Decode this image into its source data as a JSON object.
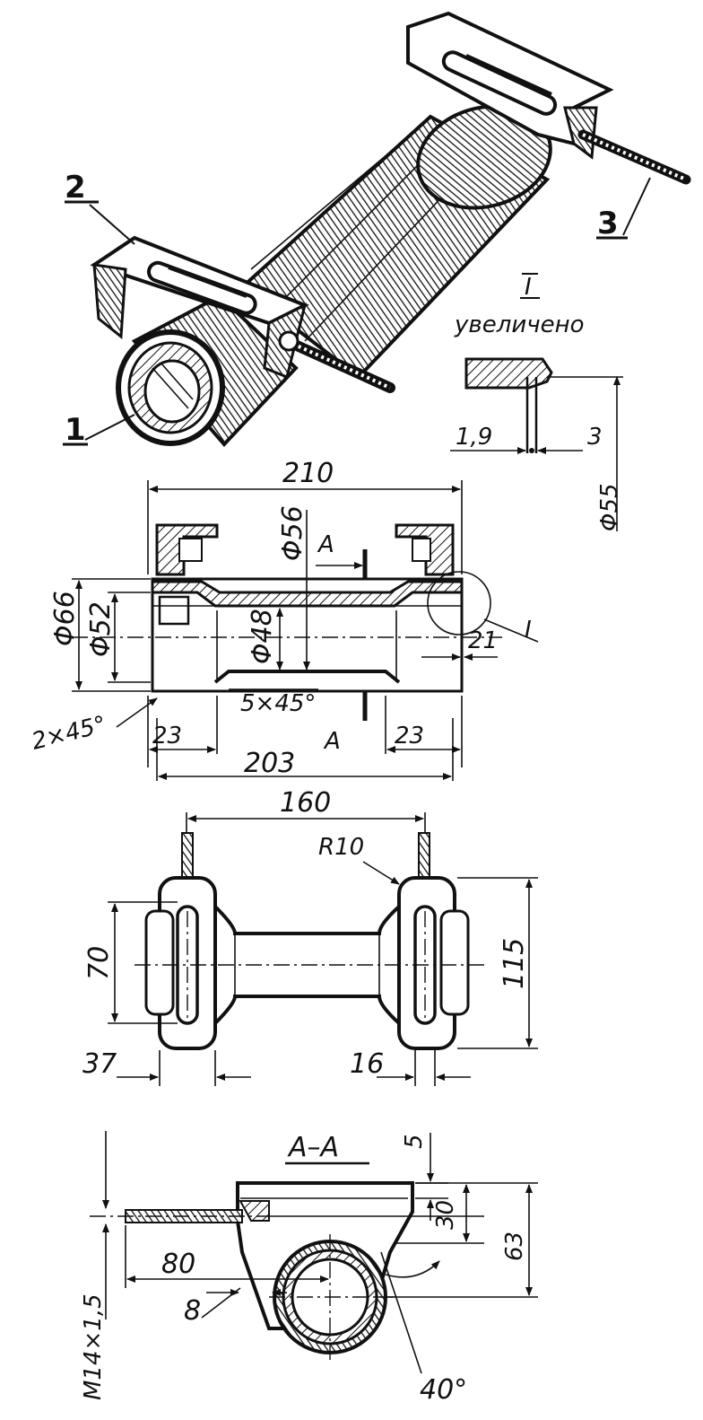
{
  "iso_view": {
    "callout_body": "1",
    "callout_bracket": "2",
    "callout_screw": "3"
  },
  "detail_view": {
    "marker": "I",
    "caption": "увеличено",
    "dim_left": "1,9",
    "dim_right": "3",
    "dim_diameter": "Φ55"
  },
  "front_section": {
    "dim_overall_length": "210",
    "dim_inner_length": "203",
    "dim_outer_diameter": "Φ66",
    "dim_bore_diameter": "Φ52",
    "dim_inner_diameter": "Φ48",
    "dim_flange_diameter": "Φ56",
    "dim_chamfer_end": "2×45°",
    "dim_chamfer_inner": "5×45°",
    "dim_left_step": "23",
    "dim_right_step": "23",
    "dim_right_edge": "21",
    "section_mark_top": "A",
    "section_mark_bottom": "A",
    "detail_mark": "I"
  },
  "top_view": {
    "dim_screw_spacing": "160",
    "dim_radius": "R10",
    "dim_slot_length": "70",
    "dim_bracket_height": "115",
    "dim_bracket_width": "37",
    "dim_slot_offset": "16"
  },
  "section_view": {
    "title": "А–А",
    "dim_plate_thickness": "5",
    "dim_screw_height": "30",
    "dim_total_height": "63",
    "dim_thread": "M14×1,5",
    "dim_screw_length": "80",
    "dim_offset": "8",
    "dim_angle": "40°"
  }
}
